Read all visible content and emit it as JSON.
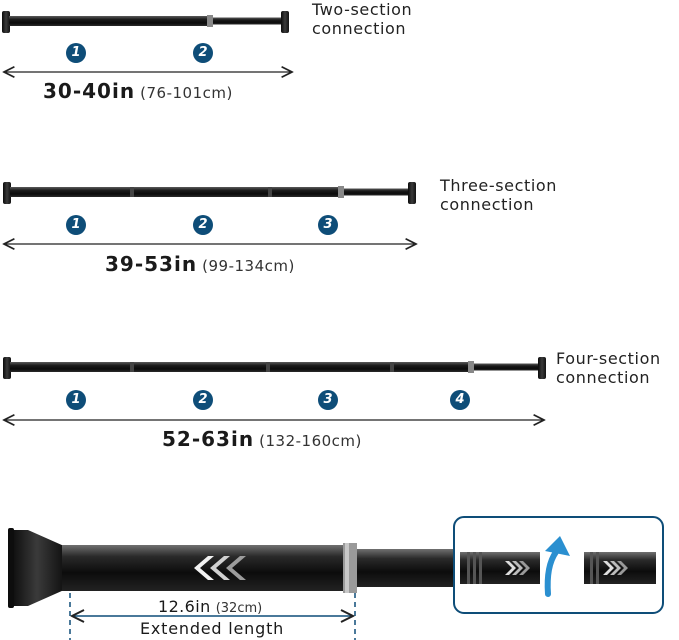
{
  "configs": [
    {
      "title_line1": "Two-section",
      "title_line2": "connection",
      "size_in": "30-40in",
      "size_cm": "(76-101cm)",
      "sections": [
        "1",
        "2"
      ]
    },
    {
      "title_line1": "Three-section",
      "title_line2": "connection",
      "size_in": "39-53in",
      "size_cm": "(99-134cm)",
      "sections": [
        "1",
        "2",
        "3"
      ]
    },
    {
      "title_line1": "Four-section",
      "title_line2": "connection",
      "size_in": "52-63in",
      "size_cm": "(132-160cm)",
      "sections": [
        "1",
        "2",
        "3",
        "4"
      ]
    }
  ],
  "detail": {
    "extension_in": "12.6in",
    "extension_cm": "(32cm)",
    "caption": "Extended length"
  },
  "colors": {
    "badge": "#0e4d78",
    "callout_border": "#0e4d78",
    "rod": "#1c1c1c",
    "arrow": "#2a8fd0"
  }
}
